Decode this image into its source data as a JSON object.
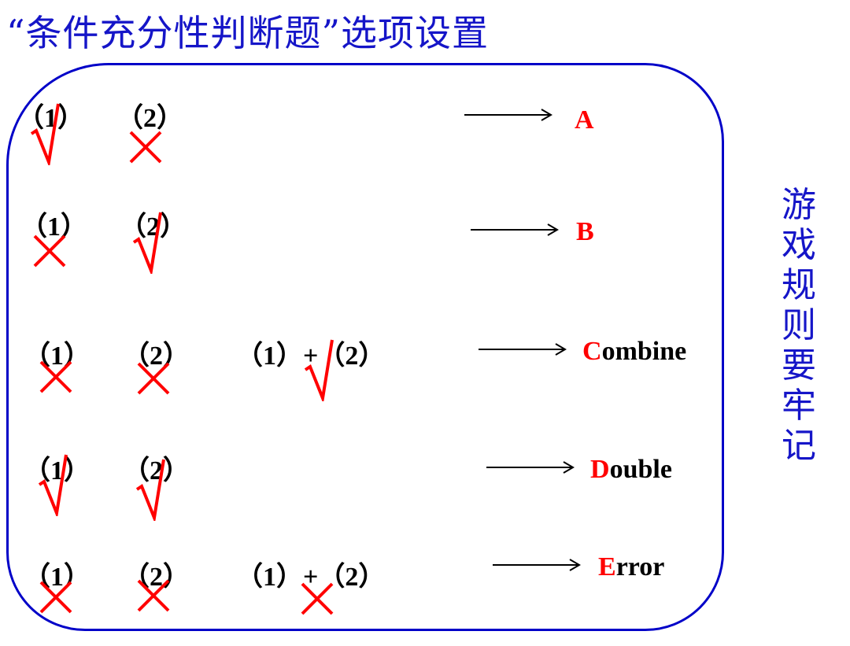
{
  "title": "“条件充分性判断题”选项设置",
  "side_note": [
    "游",
    "戏",
    "规",
    "则",
    "要",
    "牢",
    "记"
  ],
  "colors": {
    "title": "#1515c8",
    "frame": "#0000c8",
    "mark": "#ff0000",
    "text": "#000000"
  },
  "rows": [
    {
      "cond1": "（1）",
      "cond1_mark": "check",
      "cond2": "（2）",
      "cond2_mark": "cross",
      "combined": null,
      "combined_mark": null,
      "option_first": "A",
      "option_rest": ""
    },
    {
      "cond1": "（1）",
      "cond1_mark": "cross",
      "cond2": "（2）",
      "cond2_mark": "check",
      "combined": null,
      "combined_mark": null,
      "option_first": "B",
      "option_rest": ""
    },
    {
      "cond1": "（1）",
      "cond1_mark": "cross",
      "cond2": "（2）",
      "cond2_mark": "cross",
      "combined": "（1）+（2）",
      "combined_mark": "check",
      "option_first": "C",
      "option_rest": "ombine"
    },
    {
      "cond1": "（1）",
      "cond1_mark": "check",
      "cond2": "（2）",
      "cond2_mark": "check",
      "combined": null,
      "combined_mark": null,
      "option_first": "D",
      "option_rest": "ouble"
    },
    {
      "cond1": "（1）",
      "cond1_mark": "cross",
      "cond2": "（2）",
      "cond2_mark": "cross",
      "combined": "（1）+（2）",
      "combined_mark": "cross",
      "option_first": "E",
      "option_rest": "rror"
    }
  ]
}
